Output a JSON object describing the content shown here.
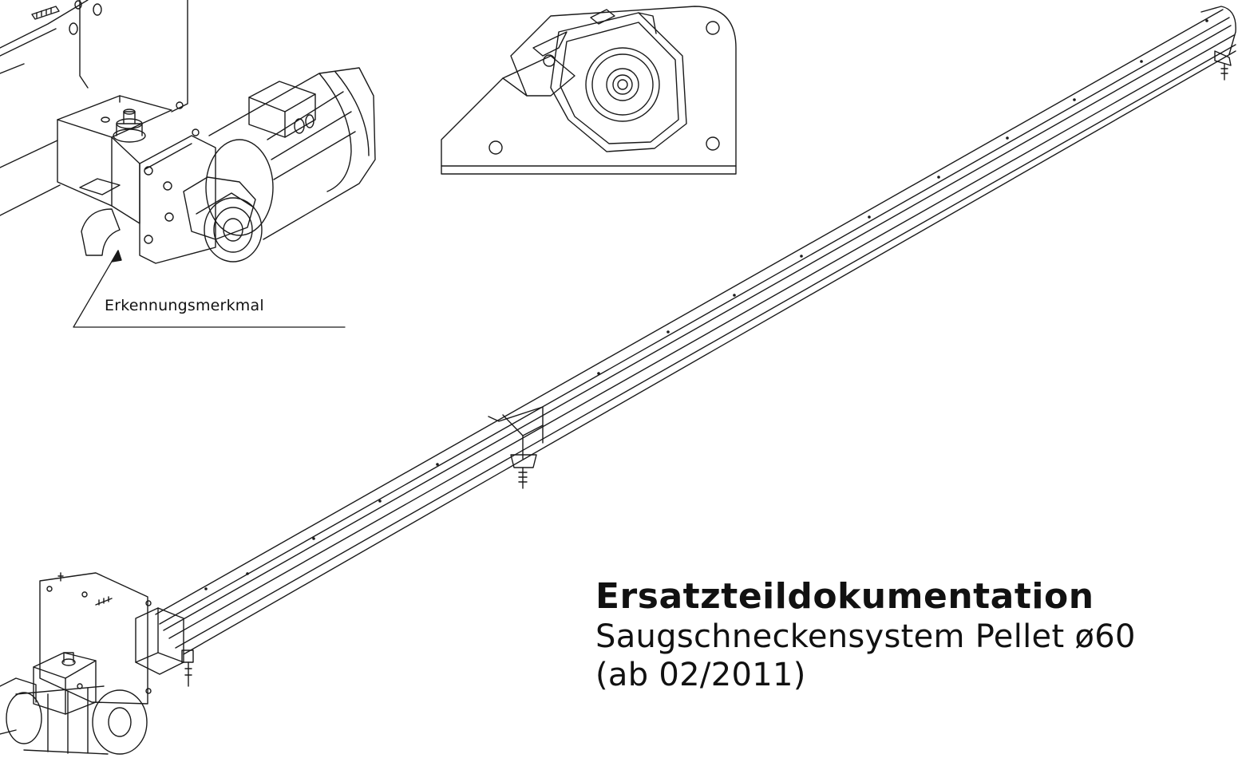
{
  "document": {
    "title": "Ersatzteildokumentation",
    "subtitle_line1": "Saugschneckensystem Pellet ø60",
    "subtitle_line2": "(ab 02/2011)"
  },
  "callout": {
    "label": "Erkennungsmerkmal"
  },
  "colors": {
    "line": "#1a1a1a",
    "background": "#ffffff"
  }
}
